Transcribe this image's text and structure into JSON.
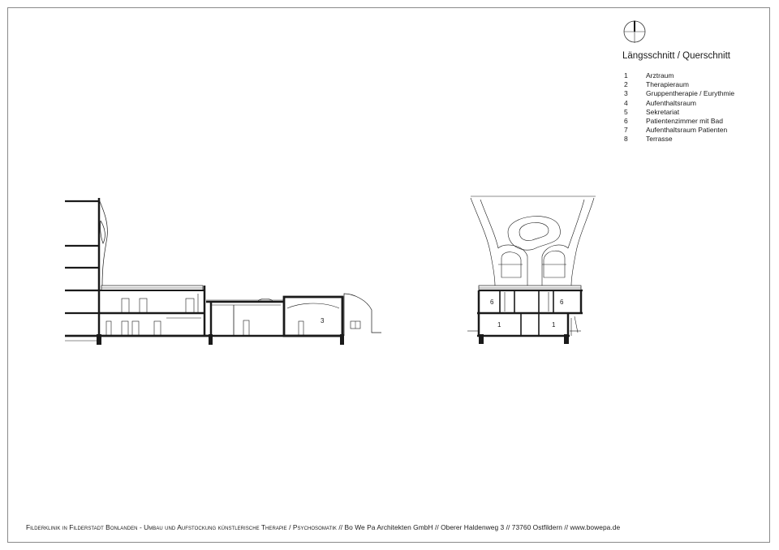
{
  "title": "Längsschnitt / Querschnitt",
  "legend": [
    {
      "num": "1",
      "label": "Arztraum"
    },
    {
      "num": "2",
      "label": "Therapieraum"
    },
    {
      "num": "3",
      "label": "Gruppentherapie / Eurythmie"
    },
    {
      "num": "4",
      "label": "Aufenthaltsraum"
    },
    {
      "num": "5",
      "label": "Sekretariat"
    },
    {
      "num": "6",
      "label": "Patientenzimmer mit Bad"
    },
    {
      "num": "7",
      "label": "Aufenthaltsraum Patienten"
    },
    {
      "num": "8",
      "label": "Terrasse"
    }
  ],
  "long_section": {
    "room_label": "3"
  },
  "cross_section": {
    "room_labels": [
      "6",
      "6",
      "1",
      "1"
    ]
  },
  "footer": {
    "project": "Filderklinik in Filderstadt Bonlanden - Umbau und Aufstockung künstlerische Therapie / Psychosomatik",
    "office": "  //  Bo We Pa Architekten GmbH // Oberer Haldenweg 3 // 73760 Ostfildern // www.bowepa.de"
  }
}
